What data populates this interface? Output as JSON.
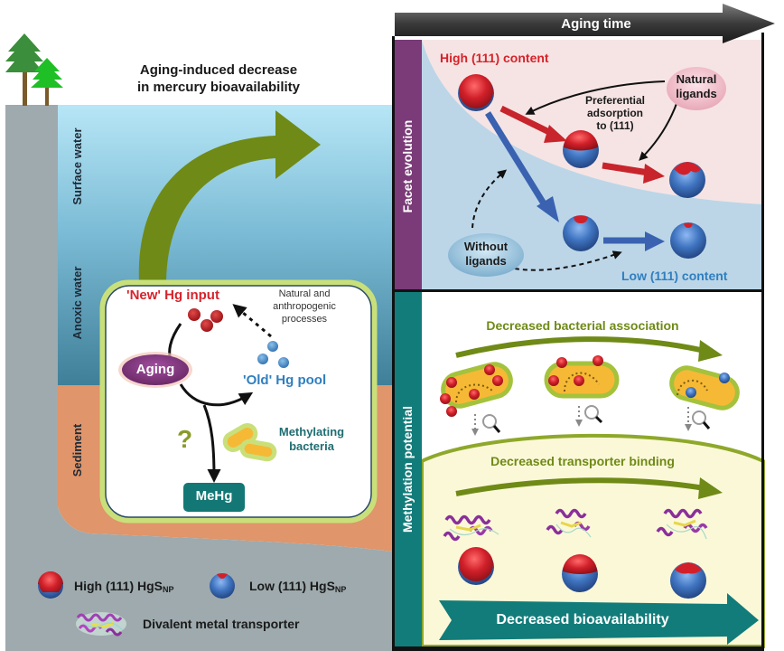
{
  "left_panel": {
    "title_line1": "Aging-induced decrease",
    "title_line2": "in mercury bioavailability",
    "zones": {
      "surface_water": "Surface water",
      "anoxic_water": "Anoxic water",
      "sediment": "Sediment"
    },
    "cycle": {
      "new_hg_input": "'New' Hg input",
      "processes_line1": "Natural and",
      "processes_line2": "anthropogenic",
      "processes_line3": "processes",
      "old_hg_pool": "'Old' Hg pool",
      "aging": "Aging",
      "question_mark": "?",
      "methylating_line1": "Methylating",
      "methylating_line2": "bacteria",
      "mehg": "MeHg"
    },
    "legend": {
      "high_label": "High (111) HgS",
      "high_sub": "NP",
      "low_label": "Low (111) HgS",
      "low_sub": "NP",
      "transporter_label": "Divalent metal transporter"
    }
  },
  "top_panel": {
    "aging_time": "Aging time",
    "side_label": "Facet evolution",
    "high_content": "High (111) content",
    "low_content": "Low (111) content",
    "natural_ligands_line1": "Natural",
    "natural_ligands_line2": "ligands",
    "preferential_line1": "Preferential",
    "preferential_line2": "adsorption",
    "preferential_line3": "to (111)",
    "without_ligands_line1": "Without",
    "without_ligands_line2": "ligands"
  },
  "bottom_panel": {
    "side_label": "Methylation potential",
    "bacterial_association": "Decreased bacterial association",
    "transporter_binding": "Decreased transporter binding",
    "bioavailability": "Decreased bioavailability"
  },
  "colors": {
    "red_particle": "#c8242c",
    "blue_particle": "#3f74c0",
    "facet_purple": "#7a3b78",
    "methylation_teal": "#127c7a",
    "olive_arrow": "#6f8a16",
    "sediment": "#e0956a",
    "rock_gray": "#9eaaad"
  }
}
